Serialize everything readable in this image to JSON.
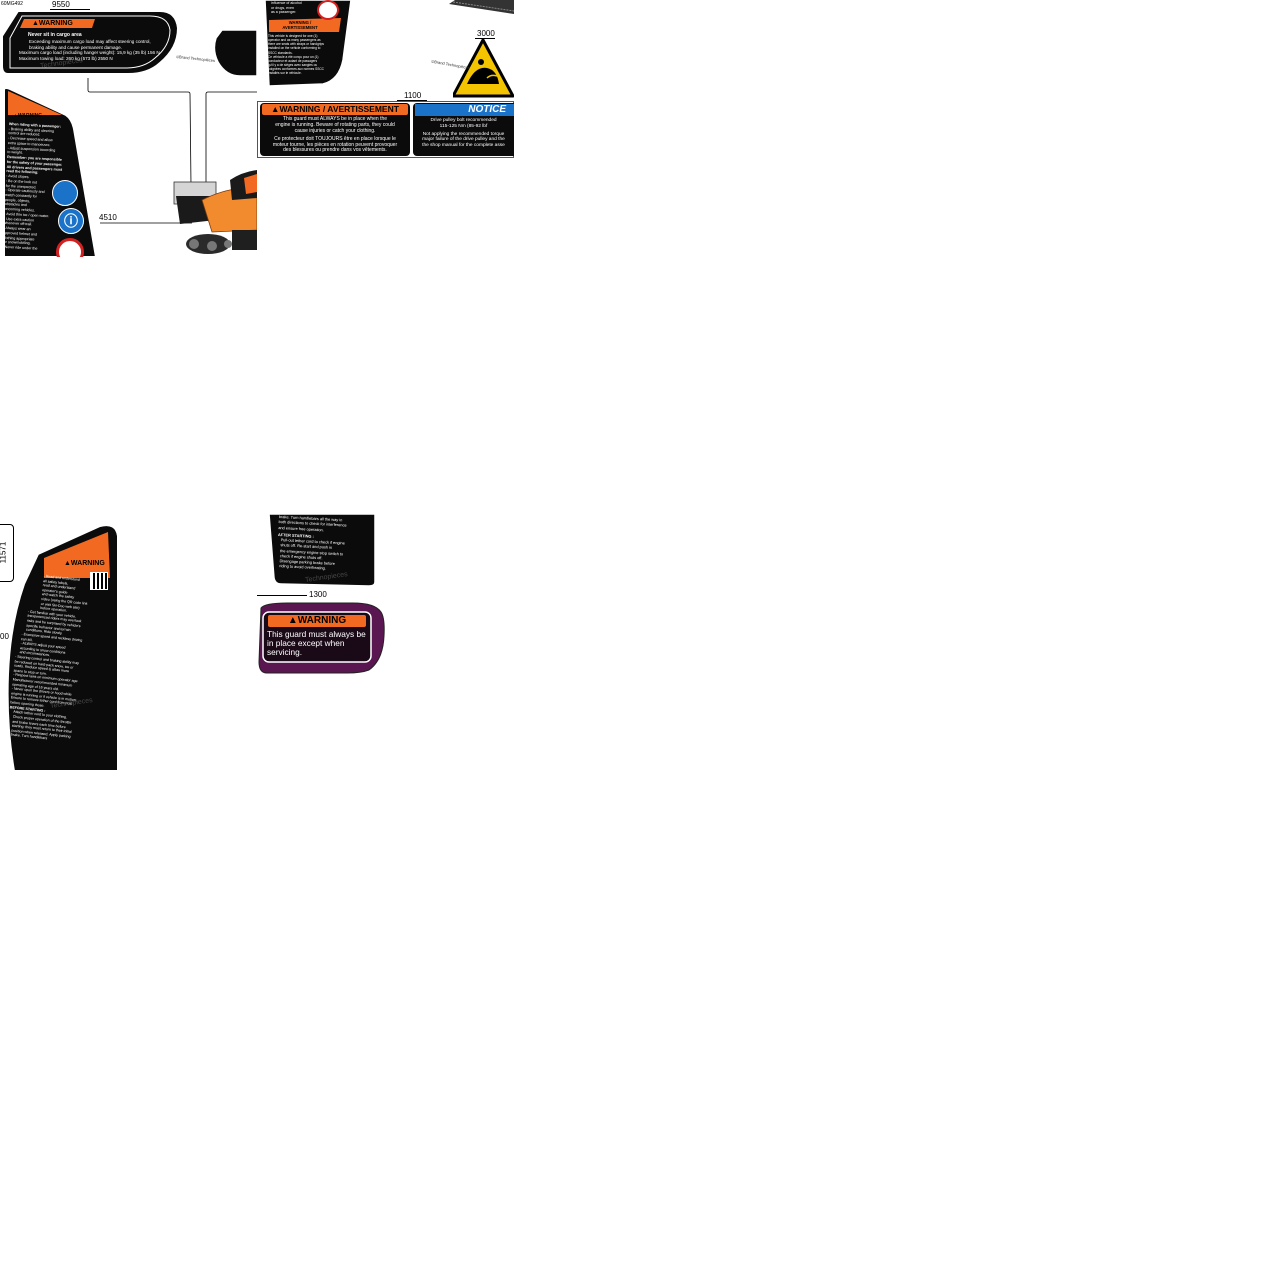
{
  "figure_code": "60MG492",
  "callouts": {
    "r9550": "9550",
    "r4510": "4510",
    "r3000": "3000",
    "r1100": "1100",
    "r1300": "1300",
    "r11571": "11571",
    "r_partial": "00"
  },
  "decal_9550": {
    "header": "▲WARNING",
    "title": "Never sit in cargo area",
    "lines": [
      "Exceeding maximum cargo load may affect steering control,",
      "braking ability and cause permanent damage.",
      "Maximum cargo load (including hanger weight): 15,9 kg (35 lb) 156 N",
      "Maximum towing load: 260 kg (573 lb) 2550 N"
    ]
  },
  "decal_small_right": {
    "lines": [
      "influence of alcohol",
      "or drugs, even",
      "as a passenger."
    ],
    "header": "WARNING / AVERTISSEMENT",
    "body": [
      "This vehicle is designed for one (1)",
      "operator and as many passengers as",
      "there are seats with straps or handgrips",
      "installed on the vehicle conforming to",
      "SSCC standards.",
      "Ce véhicule a été conçu pour un (1)",
      "conducteur et autant de passagers",
      "qu'il y a de sièges avec sangles ou",
      "poignées conformes aux normes SSCC",
      "installés sur le véhicule."
    ]
  },
  "decal_1100": {
    "header": "▲WARNING / AVERTISSEMENT",
    "lines": [
      "This guard must ALWAYS be in place when the",
      "engine is running. Beware of rotating parts, they could",
      "cause injuries or catch your clothing.",
      "Ce protecteur doit TOUJOURS être en place lorsque le",
      "moteur tourne, les pièces en rotation peuvent provoquer",
      "des blessures ou prendre dans vos vêtements."
    ]
  },
  "decal_notice": {
    "header": "NOTICE",
    "lines": [
      "Drive pulley bolt recommended",
      "115-125 Nm (85-92 lbf",
      "Not applying the recommended torque",
      "major failure of the drive pulley and the",
      "the shop manual for the complete asse"
    ]
  },
  "decal_4510": {
    "header": "▲WARNING",
    "lines": [
      "When riding with a passenger:",
      "- Braking ability and steering",
      "control are reduced.",
      "- Decrease speed and allow",
      "extra space to manoeuvre.",
      "- Adjust suspension according",
      "to weight.",
      "Remember: you are responsible",
      "for the safety of your passenger.",
      "All drivers and passengers must",
      "read the following:",
      "- Avoid slopes.",
      "- Be on the look out",
      "for the unexpected.",
      "- Operate cautiously and",
      "watch constantly for",
      "people, objects,",
      "obstacles and",
      "oncoming vehicles.",
      "- Avoid thin ice / open water.",
      "- Use extra caution",
      "whenever off-trail.",
      "- Always wear an",
      "approved helmet and",
      "clothing appropriate",
      "for snowmobiling.",
      "- Never ride under the"
    ]
  },
  "decal_front": {
    "header": "▲WARNING",
    "lines": [
      "- Read and understand",
      "all safety labels,",
      "read and understand",
      "operator's guide",
      "and watch the safety",
      "video (using the QR code link",
      "or visit Ski-Doo web site)",
      "before operation.",
      "- Get familiar with your vehicle.",
      "Inexperienced riders may overlook",
      "risks and be surprised by vehicle's",
      "specific behavior and terrain",
      "conditions. Ride slowly.",
      "- Excessive speed and reckless driving",
      "can kill.",
      "- ALWAYS adjust your speed",
      "according to snow conditions",
      "and circumstances.",
      "- Steering control and braking ability may",
      "be reduced on hard-pack snow, ice or",
      "roads. Reduce speed & allow more",
      "space to stop or turn.",
      "- Respect laws on minimum operator age",
      "Manufacturer recommended minimum",
      "operating age of 16 years old.",
      "- Never open the drivers or hood while",
      "engine is running or if vehicle is in motion.",
      "Ensure to remove tether cord from post",
      "before opening those.",
      "BEFORE STARTING :",
      "Attach tether cord to your clothing.",
      "Check proper operation of the throttle",
      "and brake levers each time before",
      "starting; they must return to their initial",
      "position when released. Apply parking",
      "brake. Turn handlebars"
    ]
  },
  "decal_after": {
    "lines": [
      "brake. Turn handlebars all the way in",
      "both directions to check for interference",
      "and ensure free operation.",
      "AFTER STARTING :",
      "Pull-out tether cord to check if engine",
      "shuts off. Re-start and push in",
      "the emergency engine stop switch to",
      "check if engine shuts off.",
      "Disengage parking brake before",
      "riding to avoid overheating."
    ]
  },
  "decal_1300": {
    "header": "▲WARNING",
    "body": "This guard must always be in place except when servicing."
  },
  "watermark": "Technopieces",
  "brand_small": "©Brand Technopièces",
  "colors": {
    "orange": "#f26a21",
    "black": "#0b0b0b",
    "notice_blue": "#1a73c9",
    "yellow": "#f5c400",
    "purple": "#5a1650"
  },
  "icons": [
    "bystander-warning-icon",
    "read-manual-icon",
    "no-riding-icon",
    "rotating-parts-hazard-icon"
  ]
}
